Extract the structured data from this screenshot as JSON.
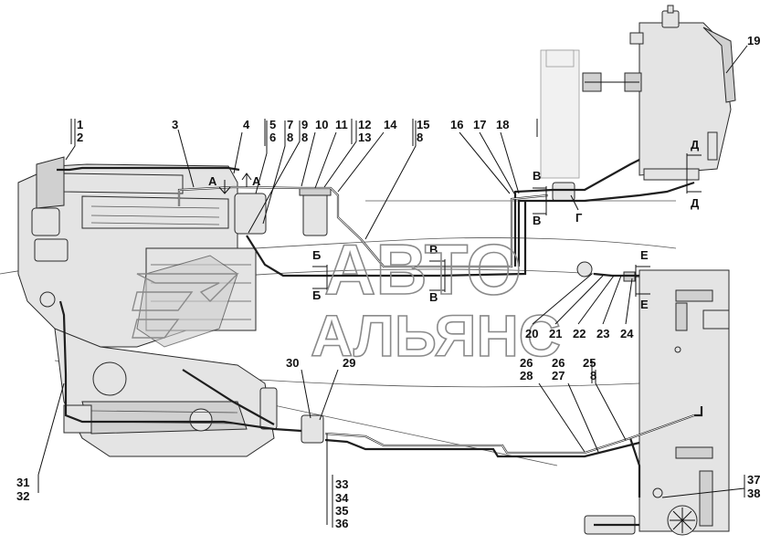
{
  "watermark": {
    "line1": "АВТО",
    "line2": "АЛЬЯНС"
  },
  "callouts": [
    {
      "id": "c1",
      "text": "1"
    },
    {
      "id": "c2",
      "text": "2"
    },
    {
      "id": "c3",
      "text": "3"
    },
    {
      "id": "c4",
      "text": "4"
    },
    {
      "id": "c5",
      "text": "5"
    },
    {
      "id": "c6",
      "text": "6"
    },
    {
      "id": "c7",
      "text": "7"
    },
    {
      "id": "c8a",
      "text": "8"
    },
    {
      "id": "c9",
      "text": "9"
    },
    {
      "id": "c8b",
      "text": "8"
    },
    {
      "id": "c10",
      "text": "10"
    },
    {
      "id": "c11",
      "text": "11"
    },
    {
      "id": "c12",
      "text": "12"
    },
    {
      "id": "c13",
      "text": "13"
    },
    {
      "id": "c14",
      "text": "14"
    },
    {
      "id": "c15",
      "text": "15"
    },
    {
      "id": "c8c",
      "text": "8"
    },
    {
      "id": "c16",
      "text": "16"
    },
    {
      "id": "c17",
      "text": "17"
    },
    {
      "id": "c18",
      "text": "18"
    },
    {
      "id": "c19",
      "text": "19"
    },
    {
      "id": "c20",
      "text": "20"
    },
    {
      "id": "c21",
      "text": "21"
    },
    {
      "id": "c22",
      "text": "22"
    },
    {
      "id": "c23",
      "text": "23"
    },
    {
      "id": "c24",
      "text": "24"
    },
    {
      "id": "c29",
      "text": "29"
    },
    {
      "id": "c30",
      "text": "30"
    },
    {
      "id": "c26a",
      "text": "26"
    },
    {
      "id": "c28",
      "text": "28"
    },
    {
      "id": "c26b",
      "text": "26"
    },
    {
      "id": "c27",
      "text": "27"
    },
    {
      "id": "c25",
      "text": "25"
    },
    {
      "id": "c8d",
      "text": "8"
    },
    {
      "id": "c31",
      "text": "31"
    },
    {
      "id": "c32",
      "text": "32"
    },
    {
      "id": "c33",
      "text": "33"
    },
    {
      "id": "c34",
      "text": "34"
    },
    {
      "id": "c35",
      "text": "35"
    },
    {
      "id": "c36",
      "text": "36"
    },
    {
      "id": "c37",
      "text": "37"
    },
    {
      "id": "c38",
      "text": "38"
    }
  ],
  "section_marks": {
    "A": "А",
    "B": "Б",
    "V": "В",
    "G": "Г",
    "D": "Д",
    "E": "Е"
  }
}
